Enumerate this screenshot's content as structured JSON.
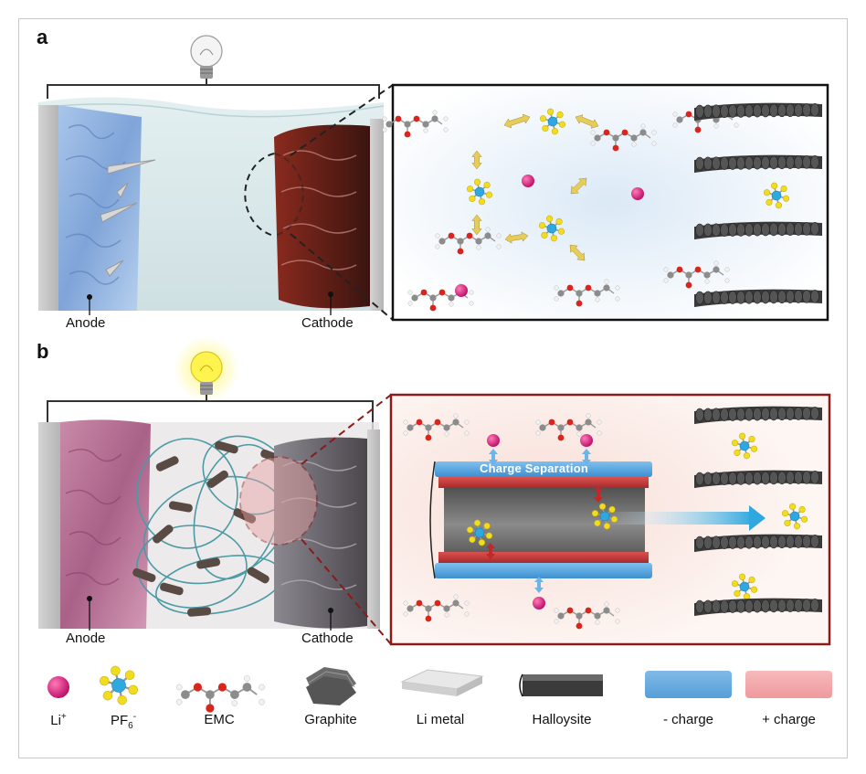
{
  "panels": {
    "a": {
      "label": "a",
      "anode_label": "Anode",
      "cathode_label": "Cathode"
    },
    "b": {
      "label": "b",
      "anode_label": "Anode",
      "cathode_label": "Cathode",
      "annotation": "Charge Separation"
    }
  },
  "legend": {
    "items": [
      {
        "id": "li",
        "label": "Li",
        "sup": "+",
        "icon": "li-ion-icon"
      },
      {
        "id": "pf6",
        "label": "PF",
        "sub": "6",
        "sup": "-",
        "icon": "pf6-anion-icon"
      },
      {
        "id": "emc",
        "label": "EMC",
        "icon": "emc-molecule-icon"
      },
      {
        "id": "graphite",
        "label": "Graphite",
        "icon": "graphite-icon"
      },
      {
        "id": "limetal",
        "label": "Li metal",
        "icon": "li-metal-icon"
      },
      {
        "id": "halloysite",
        "label": "Halloysite",
        "icon": "halloysite-icon"
      },
      {
        "id": "neg",
        "label": "- charge",
        "icon": "negative-charge-icon"
      },
      {
        "id": "pos",
        "label": "+ charge",
        "icon": "positive-charge-icon"
      }
    ]
  },
  "colors": {
    "li_ion": "#d6257a",
    "pf6_center": "#2fa8e0",
    "pf6_f": "#f2dc1f",
    "oxygen": "#d9261c",
    "carbon": "#8c8c8c",
    "hydrogen": "#f2f2f2",
    "neg_charge": "#5aa7de",
    "pos_charge": "#f2a3a6",
    "zoom_border_b": "#8b1a1a",
    "arrow_yellow": "#e6cc5a"
  }
}
